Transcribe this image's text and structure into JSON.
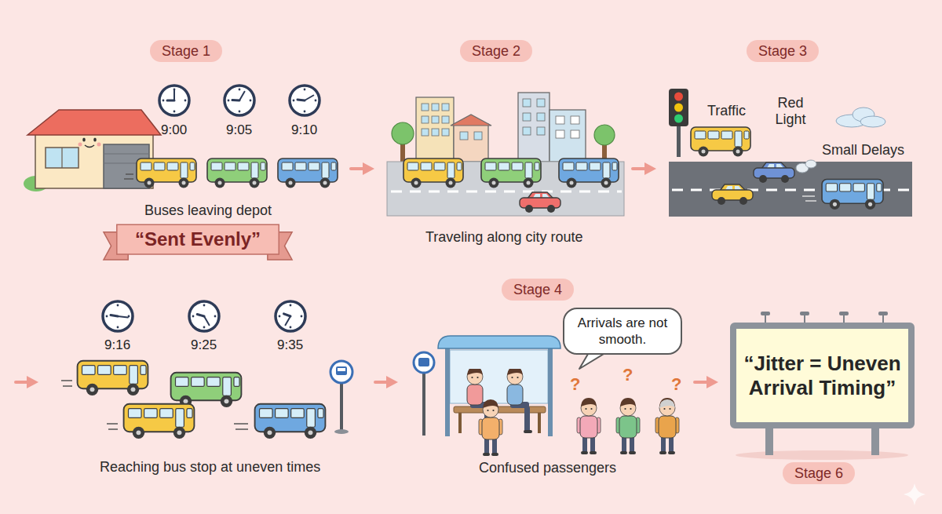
{
  "diagram": {
    "nodes": [
      {
        "text": [
          "Stage 1"
        ]
      },
      {
        "text": [
          "“Sent Evenly”"
        ]
      },
      {
        "text": [
          "Stage 2"
        ]
      },
      {
        "text": [
          "Stage 3"
        ]
      },
      {
        "text": [
          "Stage 4"
        ]
      },
      {
        "text": [
          "Arrivals are not smooth."
        ]
      },
      {
        "text": [
          "“Jitter = Uneven Arrival Timing”"
        ]
      },
      {
        "text": [
          "Stage 6"
        ]
      }
    ],
    "labels": [
      "9:00",
      "9:05",
      "9:10",
      "Buses leaving depot",
      "Traveling along city route",
      "Traffic",
      "Red Light",
      "Small Delays",
      "9:16",
      "9:25",
      "9:35",
      "Reaching bus stop at uneven times",
      "?",
      "?",
      "?",
      "Confused passengers"
    ]
  }
}
